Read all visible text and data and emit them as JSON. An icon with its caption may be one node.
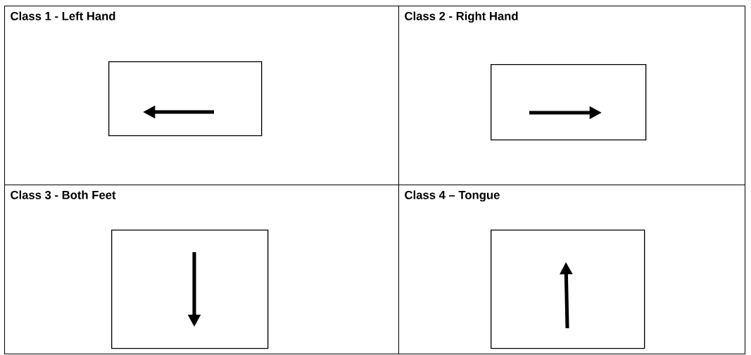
{
  "diagram": {
    "nodes": [
      {
        "text": [
          "Class 1 - Left Hand"
        ]
      },
      {
        "text": [
          "Class 2 - Right Hand"
        ]
      },
      {
        "text": [
          "Class 3 - Both Feet"
        ]
      },
      {
        "text": [
          "Class 4 – Tongue"
        ]
      },
      {
        "text": [],
        "shape": "box",
        "in": 0
      },
      {
        "text": [],
        "shape": "box",
        "in": 1
      },
      {
        "text": [],
        "shape": "box",
        "in": 2
      },
      {
        "text": [],
        "shape": "box",
        "in": 3
      }
    ],
    "edges": []
  }
}
